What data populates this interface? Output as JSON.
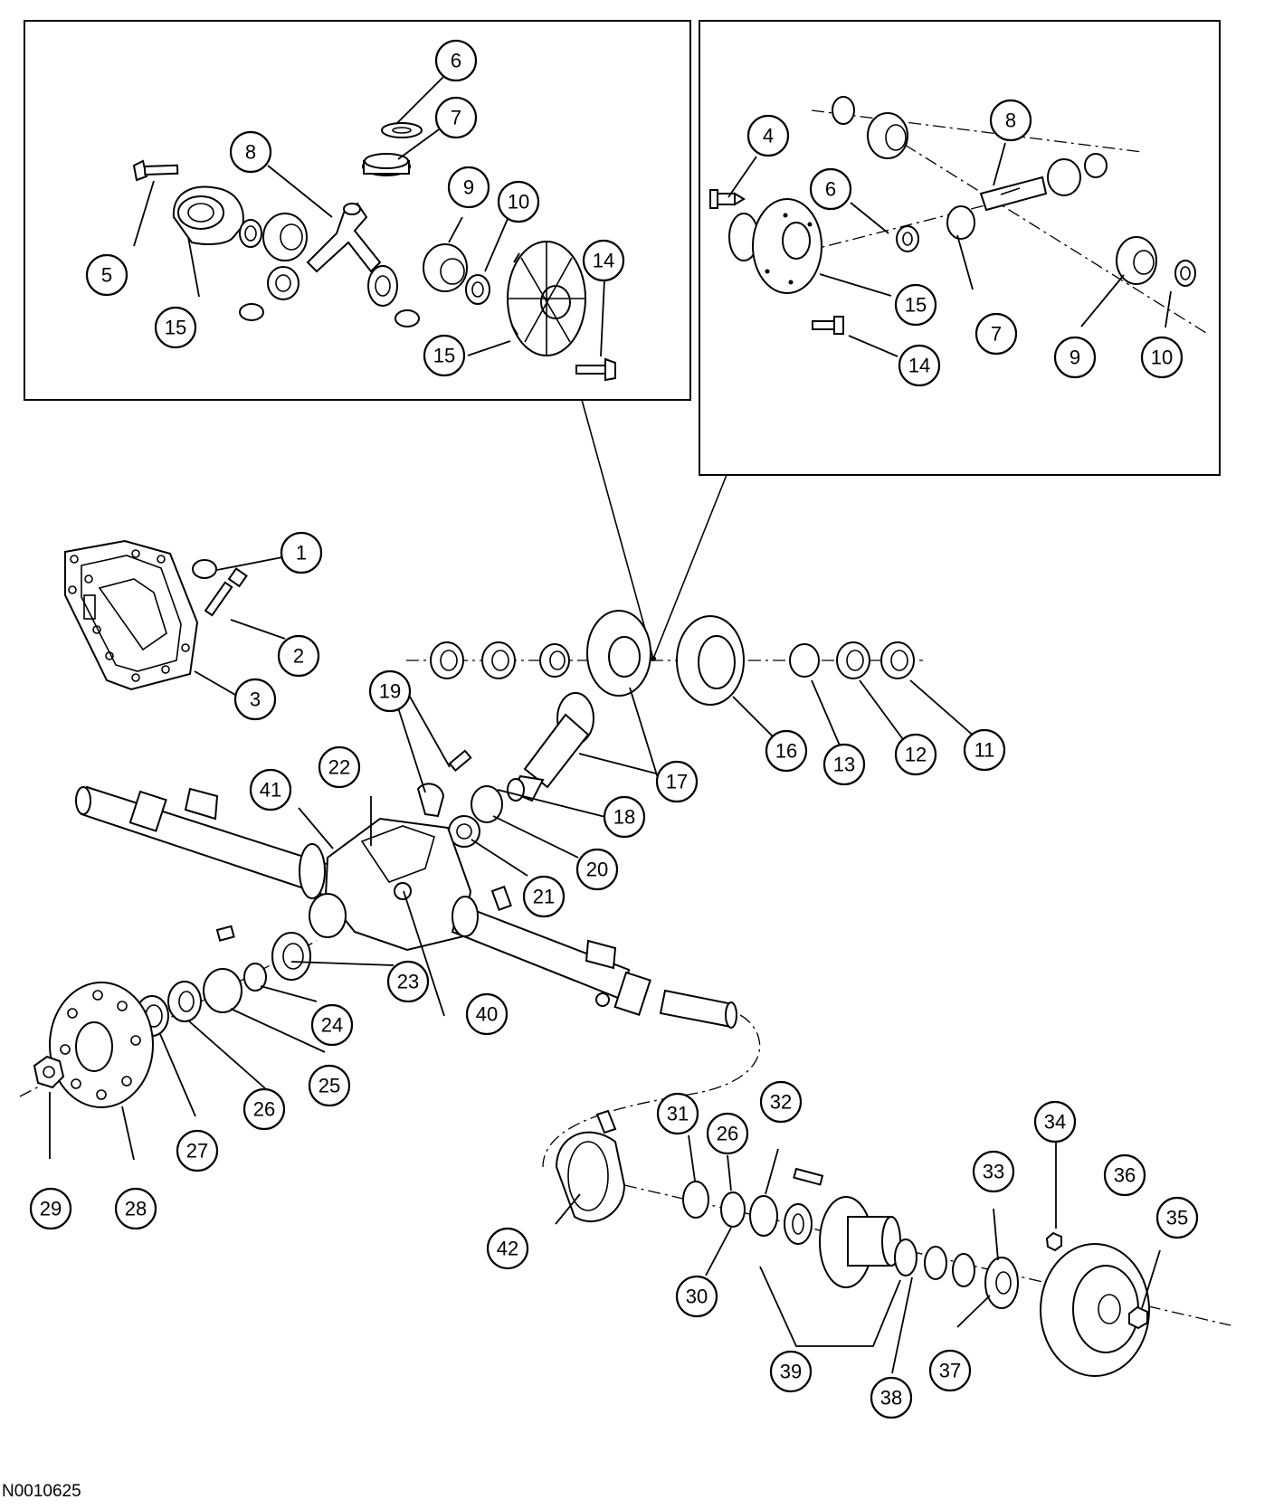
{
  "diagram_code": "N0010625",
  "colors": {
    "line": "#000000",
    "background": "#ffffff"
  },
  "callouts": [
    {
      "id": "c-6a",
      "label": "6"
    },
    {
      "id": "c-7a",
      "label": "7"
    },
    {
      "id": "c-8a",
      "label": "8"
    },
    {
      "id": "c-9a",
      "label": "9"
    },
    {
      "id": "c-10a",
      "label": "10"
    },
    {
      "id": "c-14a",
      "label": "14"
    },
    {
      "id": "c-5a",
      "label": "5"
    },
    {
      "id": "c-15a",
      "label": "15"
    },
    {
      "id": "c-15b",
      "label": "15"
    },
    {
      "id": "c-4b",
      "label": "4"
    },
    {
      "id": "c-8b",
      "label": "8"
    },
    {
      "id": "c-6b",
      "label": "6"
    },
    {
      "id": "c-15c",
      "label": "15"
    },
    {
      "id": "c-7b",
      "label": "7"
    },
    {
      "id": "c-9b",
      "label": "9"
    },
    {
      "id": "c-10b",
      "label": "10"
    },
    {
      "id": "c-14b",
      "label": "14"
    },
    {
      "id": "c-1",
      "label": "1"
    },
    {
      "id": "c-2",
      "label": "2"
    },
    {
      "id": "c-3",
      "label": "3"
    },
    {
      "id": "c-19",
      "label": "19"
    },
    {
      "id": "c-41",
      "label": "41"
    },
    {
      "id": "c-22",
      "label": "22"
    },
    {
      "id": "c-17",
      "label": "17"
    },
    {
      "id": "c-16",
      "label": "16"
    },
    {
      "id": "c-13",
      "label": "13"
    },
    {
      "id": "c-12",
      "label": "12"
    },
    {
      "id": "c-11",
      "label": "11"
    },
    {
      "id": "c-18",
      "label": "18"
    },
    {
      "id": "c-20",
      "label": "20"
    },
    {
      "id": "c-21",
      "label": "21"
    },
    {
      "id": "c-23",
      "label": "23"
    },
    {
      "id": "c-24",
      "label": "24"
    },
    {
      "id": "c-40",
      "label": "40"
    },
    {
      "id": "c-25",
      "label": "25"
    },
    {
      "id": "c-26",
      "label": "26"
    },
    {
      "id": "c-27",
      "label": "27"
    },
    {
      "id": "c-28",
      "label": "28"
    },
    {
      "id": "c-29",
      "label": "29"
    },
    {
      "id": "c-31",
      "label": "31"
    },
    {
      "id": "c-26b",
      "label": "26"
    },
    {
      "id": "c-32",
      "label": "32"
    },
    {
      "id": "c-34",
      "label": "34"
    },
    {
      "id": "c-33",
      "label": "33"
    },
    {
      "id": "c-36",
      "label": "36"
    },
    {
      "id": "c-35",
      "label": "35"
    },
    {
      "id": "c-42",
      "label": "42"
    },
    {
      "id": "c-30",
      "label": "30"
    },
    {
      "id": "c-39",
      "label": "39"
    },
    {
      "id": "c-38",
      "label": "38"
    },
    {
      "id": "c-37",
      "label": "37"
    }
  ]
}
